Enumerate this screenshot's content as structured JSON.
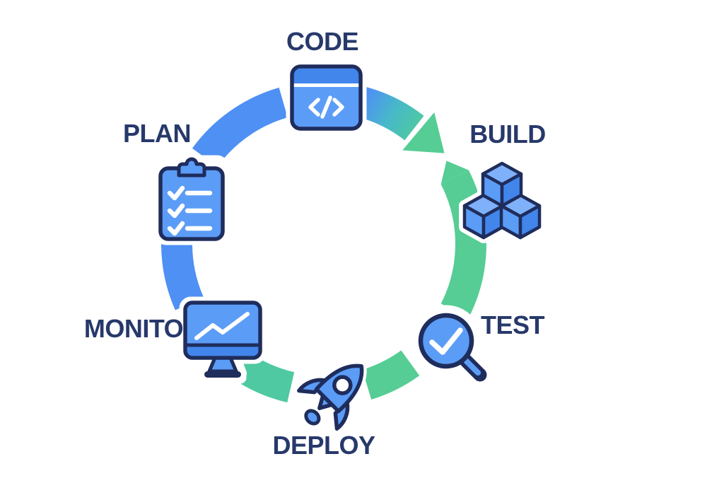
{
  "diagram": {
    "kind": "devops-lifecycle-cycle",
    "direction": "clockwise",
    "stages": [
      {
        "label": "CODE",
        "icon": "code-window-icon",
        "position": "top"
      },
      {
        "label": "BUILD",
        "icon": "build-cubes-icon",
        "position": "upper-right"
      },
      {
        "label": "TEST",
        "icon": "test-magnifier-check-icon",
        "position": "lower-right"
      },
      {
        "label": "DEPLOY",
        "icon": "deploy-rocket-icon",
        "position": "bottom"
      },
      {
        "label": "MONITO",
        "icon": "monitor-line-chart-icon",
        "position": "lower-left"
      },
      {
        "label": "PLAN",
        "icon": "plan-clipboard-icon",
        "position": "upper-left"
      }
    ],
    "colors": {
      "arc_blue": "#4E90F4",
      "arc_teal": "#47B9C8",
      "arc_green": "#55CD94",
      "arc_green_teal": "#4FC9A2",
      "icon_blue": "#5B9CF7",
      "icon_blue_dark": "#4286EC",
      "icon_blue_light": "#7FB1FA",
      "outline_navy": "#1F2D5C",
      "label_navy": "#27396B",
      "background": "#FFFFFF"
    }
  }
}
